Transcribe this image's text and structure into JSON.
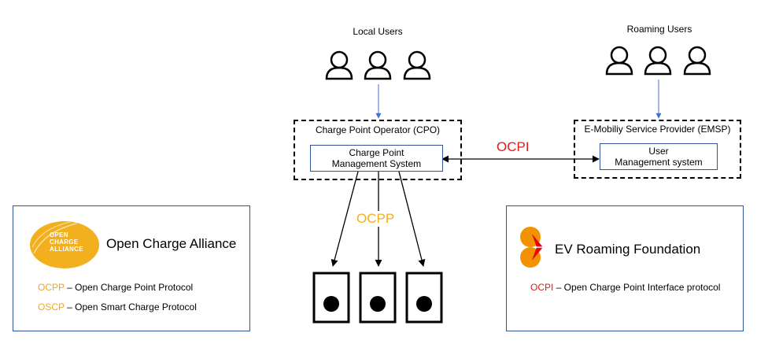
{
  "local_users": {
    "label": "Local Users"
  },
  "roaming_users": {
    "label": "Roaming Users"
  },
  "cpo": {
    "title": "Charge Point Operator (CPO)",
    "system_line1": "Charge Point",
    "system_line2": "Management System"
  },
  "emsp": {
    "title": "E-Mobiliy Service Provider (EMSP)",
    "system_line1": "User",
    "system_line2": "Management system"
  },
  "link_labels": {
    "ocpi": "OCPI",
    "ocpp": "OCPP"
  },
  "oca_panel": {
    "logo_line1": "OPEN",
    "logo_line2": "CHARGE",
    "logo_line3": "ALLIANCE",
    "name": "Open Charge Alliance",
    "protocols": [
      {
        "abbr": "OCPP",
        "text": " – Open Charge Point Protocol"
      },
      {
        "abbr": "OSCP",
        "text": " – Open Smart Charge Protocol"
      }
    ]
  },
  "evrf_panel": {
    "name": "EV Roaming Foundation",
    "protocols": [
      {
        "abbr": "OCPI",
        "text": " – Open Charge Point Interface protocol"
      }
    ]
  },
  "colors": {
    "ocpi_red": "#e01b1b",
    "ocpp_yellow": "#f2b01e",
    "box_blue": "#2f5597",
    "arrow_blue": "#4472c4",
    "evrf_orange": "#f39200",
    "evrf_red": "#e30613"
  }
}
